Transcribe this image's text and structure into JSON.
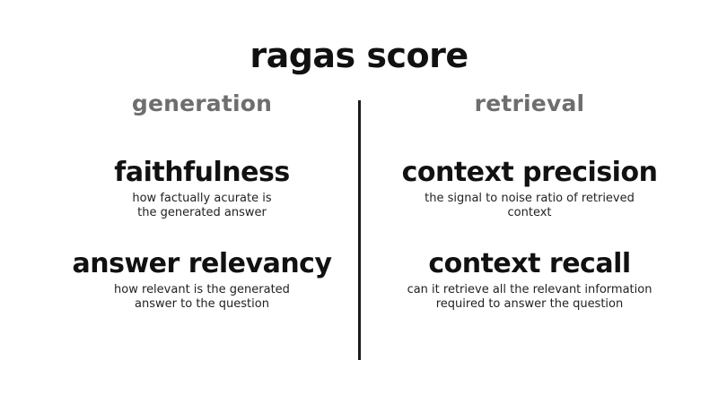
{
  "title": "ragas score",
  "colors": {
    "background": "#ffffff",
    "text": "#111111",
    "muted": "#6e6e6e",
    "divider": "#1a1a1a"
  },
  "columns": [
    {
      "header": "generation",
      "metrics": [
        {
          "name": "faithfulness",
          "description": "how factually acurate is\nthe generated answer"
        },
        {
          "name": "answer relevancy",
          "description": "how relevant is the generated\nanswer to the question"
        }
      ]
    },
    {
      "header": "retrieval",
      "metrics": [
        {
          "name": "context precision",
          "description": "the signal to noise ratio of retrieved\ncontext"
        },
        {
          "name": "context recall",
          "description": "can it retrieve all the relevant information\nrequired to answer the question"
        }
      ]
    }
  ]
}
